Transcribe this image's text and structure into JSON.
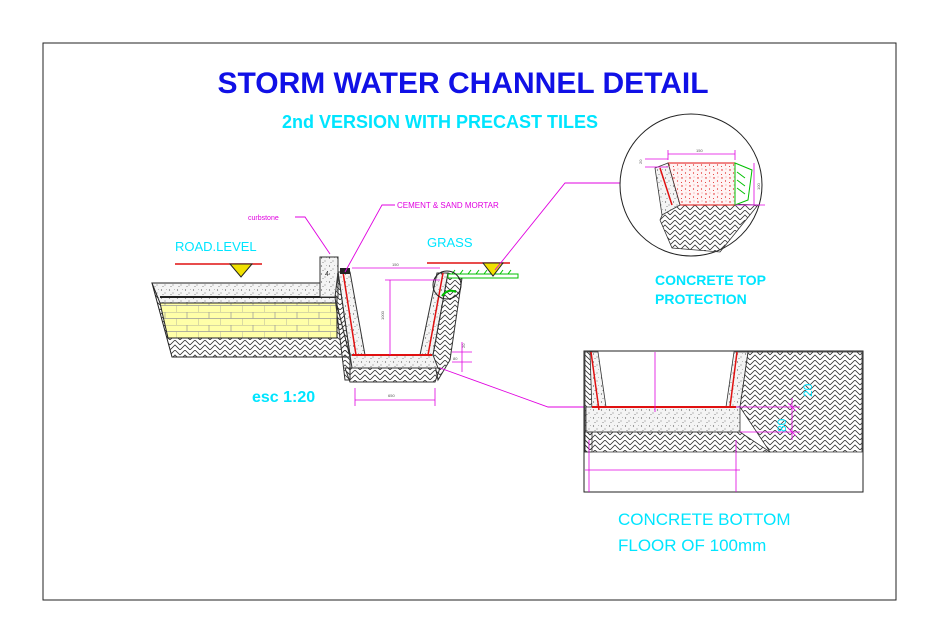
{
  "title": "STORM WATER CHANNEL DETAIL",
  "subtitle": "2nd VERSION WITH PRECAST TILES",
  "scale_label": "esc 1:20",
  "labels": {
    "curbstone": "curbstone",
    "mortar": "CEMENT & SAND MORTAR",
    "road_level": "ROAD.LEVEL",
    "grass": "GRASS",
    "curb_mark": "4"
  },
  "details": {
    "top_title_line1": "CONCRETE TOP",
    "top_title_line2": "PROTECTION",
    "bottom_title_line1": "CONCRETE BOTTOM",
    "bottom_title_line2": "FLOOR OF 100mm",
    "dim_20": "20",
    "dim_80": "80"
  },
  "colors": {
    "title_blue": "#1010e6",
    "cyan": "#00e5ff",
    "magenta": "#e000e0",
    "red": "#e01010",
    "yellow": "#f0e000",
    "green": "#00c000",
    "line": "#222222"
  }
}
